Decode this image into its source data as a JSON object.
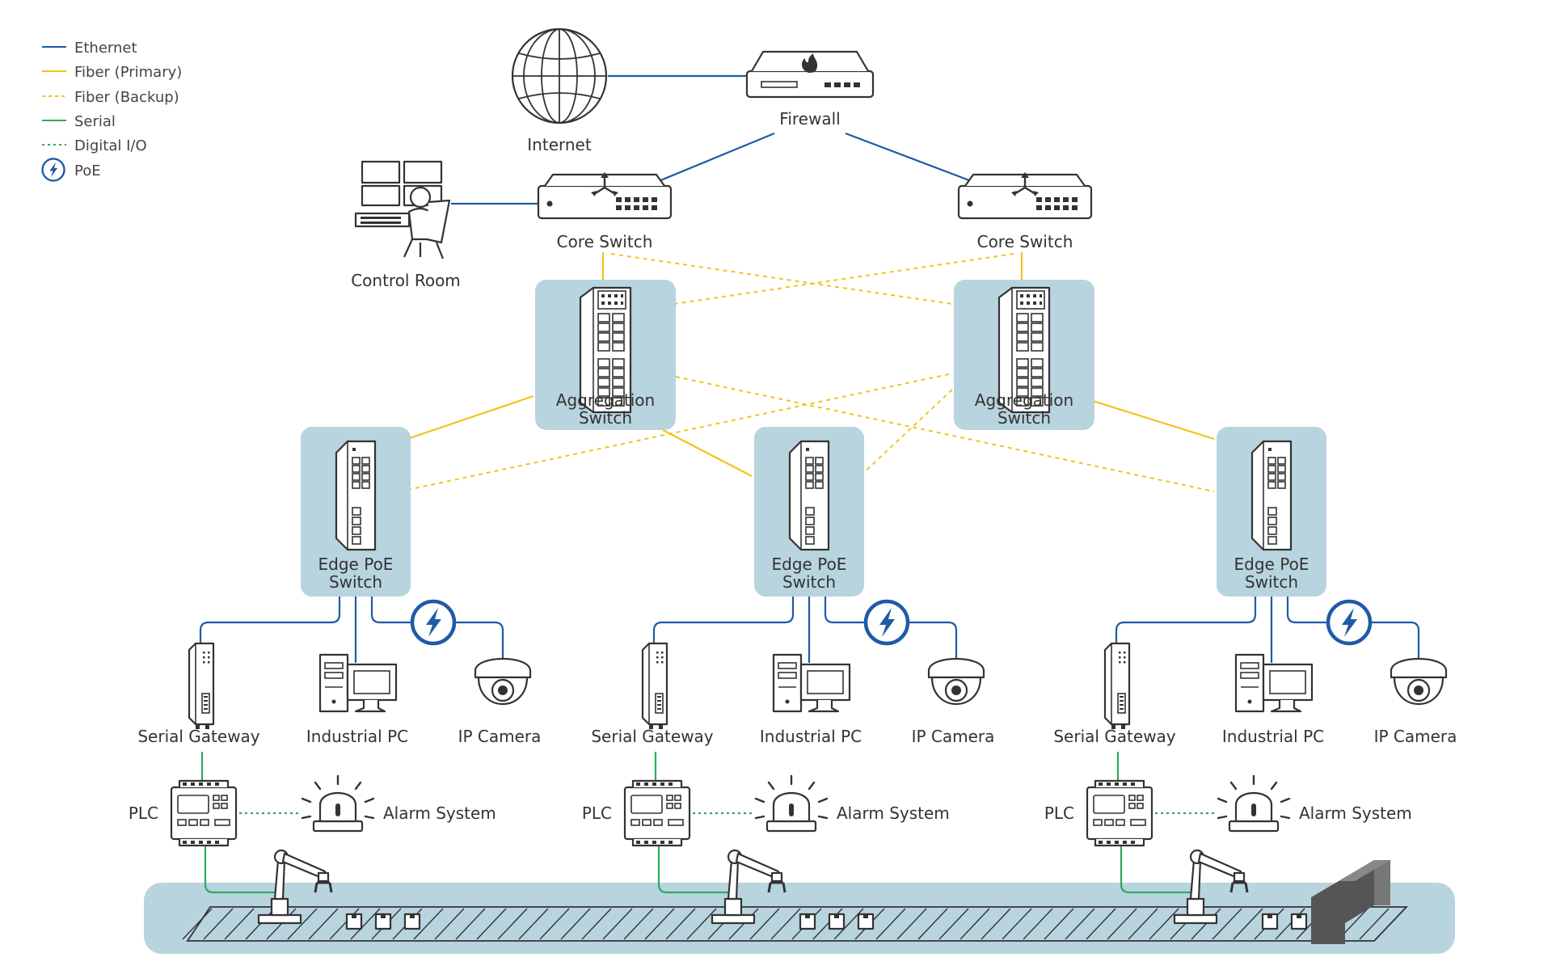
{
  "colors": {
    "ethernet": "#1f5aa6",
    "fiber": "#f0c419",
    "serial": "#2eaa5c",
    "tile": "#b8d4df",
    "device_stroke": "#333333"
  },
  "legend": {
    "ethernet": "Ethernet",
    "fiber_primary": "Fiber (Primary)",
    "fiber_backup": "Fiber (Backup)",
    "serial": "Serial",
    "digital_io": "Digital I/O",
    "poe": "PoE"
  },
  "nodes": {
    "internet": "Internet",
    "firewall": "Firewall",
    "control_room": "Control Room",
    "core_switch_left": "Core Switch",
    "core_switch_right": "Core Switch",
    "aggregation_left": [
      "Aggregation",
      "Switch"
    ],
    "aggregation_right": [
      "Aggregation",
      "Switch"
    ]
  },
  "cells": [
    {
      "edge_switch": [
        "Edge PoE",
        "Switch"
      ],
      "serial_gateway": "Serial Gateway",
      "industrial_pc": "Industrial PC",
      "ip_camera": "IP Camera",
      "plc": "PLC",
      "alarm": "Alarm System"
    },
    {
      "edge_switch": [
        "Edge PoE",
        "Switch"
      ],
      "serial_gateway": "Serial Gateway",
      "industrial_pc": "Industrial PC",
      "ip_camera": "IP Camera",
      "plc": "PLC",
      "alarm": "Alarm System"
    },
    {
      "edge_switch": [
        "Edge PoE",
        "Switch"
      ],
      "serial_gateway": "Serial Gateway",
      "industrial_pc": "Industrial PC",
      "ip_camera": "IP Camera",
      "plc": "PLC",
      "alarm": "Alarm System"
    }
  ]
}
